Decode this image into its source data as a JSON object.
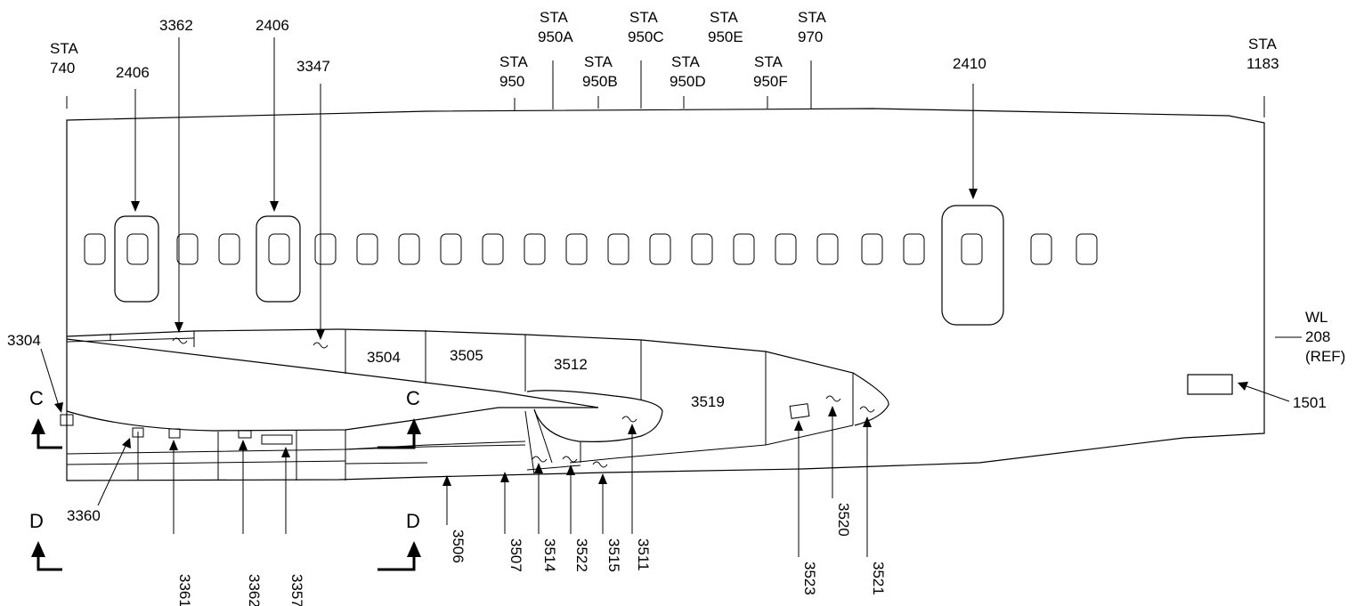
{
  "station_labels": [
    {
      "line1": "STA",
      "line2": "740"
    },
    {
      "line1": "STA",
      "line2": "950"
    },
    {
      "line1": "STA",
      "line2": "950A"
    },
    {
      "line1": "STA",
      "line2": "950B"
    },
    {
      "line1": "STA",
      "line2": "950C"
    },
    {
      "line1": "STA",
      "line2": "950D"
    },
    {
      "line1": "STA",
      "line2": "950E"
    },
    {
      "line1": "STA",
      "line2": "950F"
    },
    {
      "line1": "STA",
      "line2": "970"
    },
    {
      "line1": "STA",
      "line2": "1183"
    }
  ],
  "waterline": {
    "line1": "WL",
    "line2": "208",
    "line3": "(REF)"
  },
  "access_labels": {
    "door_fwd_1": "2406",
    "door_fwd_2": "2406",
    "door_aft": "2410",
    "panel_3362_top": "3362",
    "panel_3347": "3347",
    "panel_3304": "3304",
    "panel_3360": "3360",
    "panel_3361": "3361",
    "panel_3362_bottom": "3362",
    "panel_3357": "3357",
    "panel_3506": "3506",
    "panel_3507": "3507",
    "panel_3514": "3514",
    "panel_3522": "3522",
    "panel_3515": "3515",
    "panel_3511": "3511",
    "panel_3523": "3523",
    "panel_3520": "3520",
    "panel_3521": "3521",
    "panel_1501": "1501"
  },
  "zone_labels": {
    "z3504": "3504",
    "z3505": "3505",
    "z3512": "3512",
    "z3519": "3519"
  },
  "section_marks": {
    "c_left": "C",
    "c_right": "C",
    "d_left": "D",
    "d_right": "D"
  }
}
